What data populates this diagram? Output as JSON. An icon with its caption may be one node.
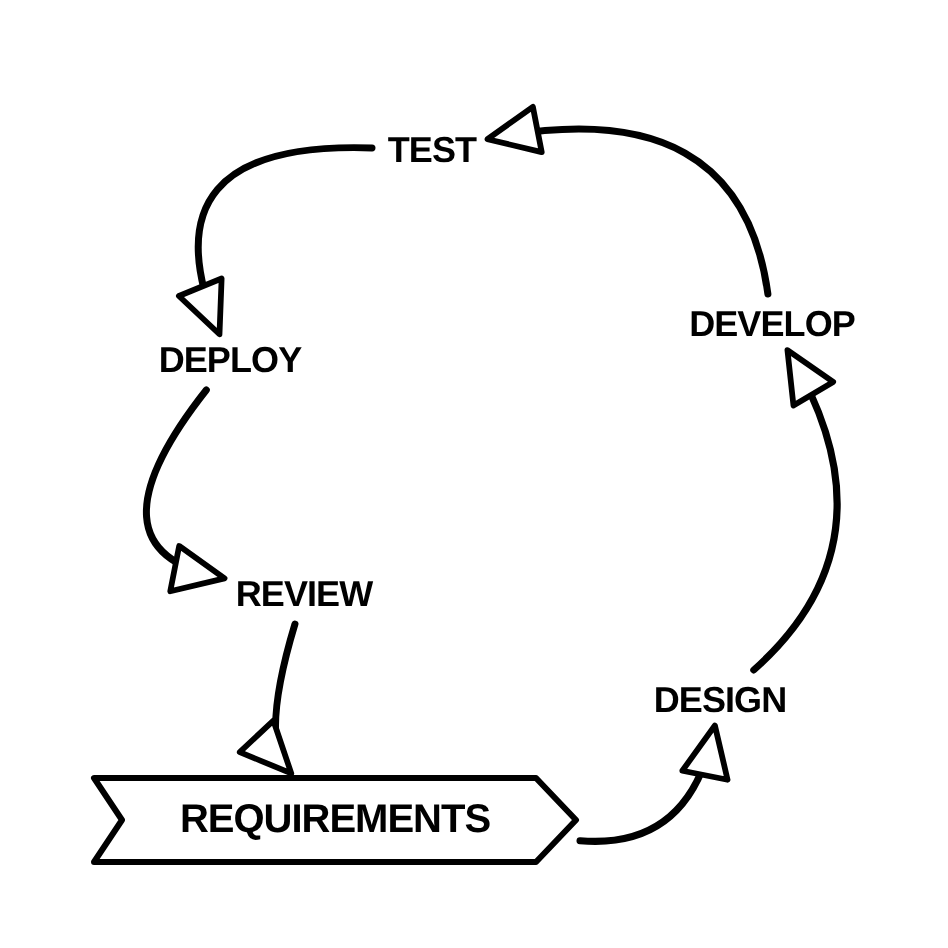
{
  "diagram": {
    "nodes": [
      {
        "text": [
          "REQUIREMENTS"
        ]
      },
      {
        "text": [
          "DESIGN"
        ]
      },
      {
        "text": [
          "DEVELOP"
        ]
      },
      {
        "text": [
          "TEST"
        ]
      },
      {
        "text": [
          "DEPLOY"
        ]
      },
      {
        "text": [
          "REVIEW"
        ]
      }
    ],
    "edges": [
      {
        "from": 0,
        "to": 1,
        "arrow": "to"
      },
      {
        "from": 1,
        "to": 2,
        "arrow": "to"
      },
      {
        "from": 2,
        "to": 3,
        "arrow": "to"
      },
      {
        "from": 3,
        "to": 4,
        "arrow": "to"
      },
      {
        "from": 4,
        "to": 5,
        "arrow": "to"
      },
      {
        "from": 5,
        "to": 0,
        "arrow": "to"
      }
    ]
  }
}
